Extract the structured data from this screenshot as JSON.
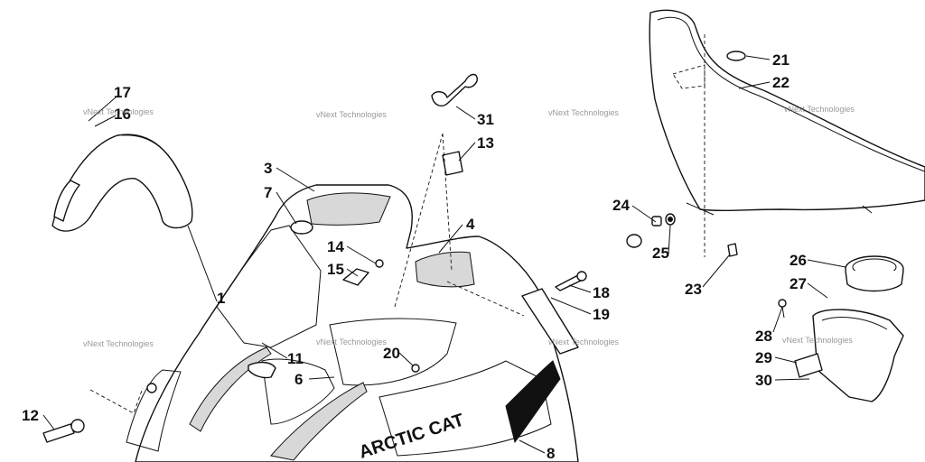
{
  "watermark_text": "vNext Technologies",
  "decal_text": "ARCTIC CAT",
  "callouts": [
    {
      "id": "c1",
      "label": "1"
    },
    {
      "id": "c3",
      "label": "3"
    },
    {
      "id": "c4",
      "label": "4"
    },
    {
      "id": "c6",
      "label": "6"
    },
    {
      "id": "c7",
      "label": "7"
    },
    {
      "id": "c8",
      "label": "8"
    },
    {
      "id": "c11",
      "label": "11"
    },
    {
      "id": "c12",
      "label": "12"
    },
    {
      "id": "c13",
      "label": "13"
    },
    {
      "id": "c14",
      "label": "14"
    },
    {
      "id": "c15",
      "label": "15"
    },
    {
      "id": "c16",
      "label": "16"
    },
    {
      "id": "c17",
      "label": "17"
    },
    {
      "id": "c18",
      "label": "18"
    },
    {
      "id": "c19",
      "label": "19"
    },
    {
      "id": "c20",
      "label": "20"
    },
    {
      "id": "c21",
      "label": "21"
    },
    {
      "id": "c22",
      "label": "22"
    },
    {
      "id": "c23",
      "label": "23"
    },
    {
      "id": "c24",
      "label": "24"
    },
    {
      "id": "c25",
      "label": "25"
    },
    {
      "id": "c26",
      "label": "26"
    },
    {
      "id": "c27",
      "label": "27"
    },
    {
      "id": "c28",
      "label": "28"
    },
    {
      "id": "c29",
      "label": "29"
    },
    {
      "id": "c30",
      "label": "30"
    },
    {
      "id": "c31",
      "label": "31"
    }
  ]
}
